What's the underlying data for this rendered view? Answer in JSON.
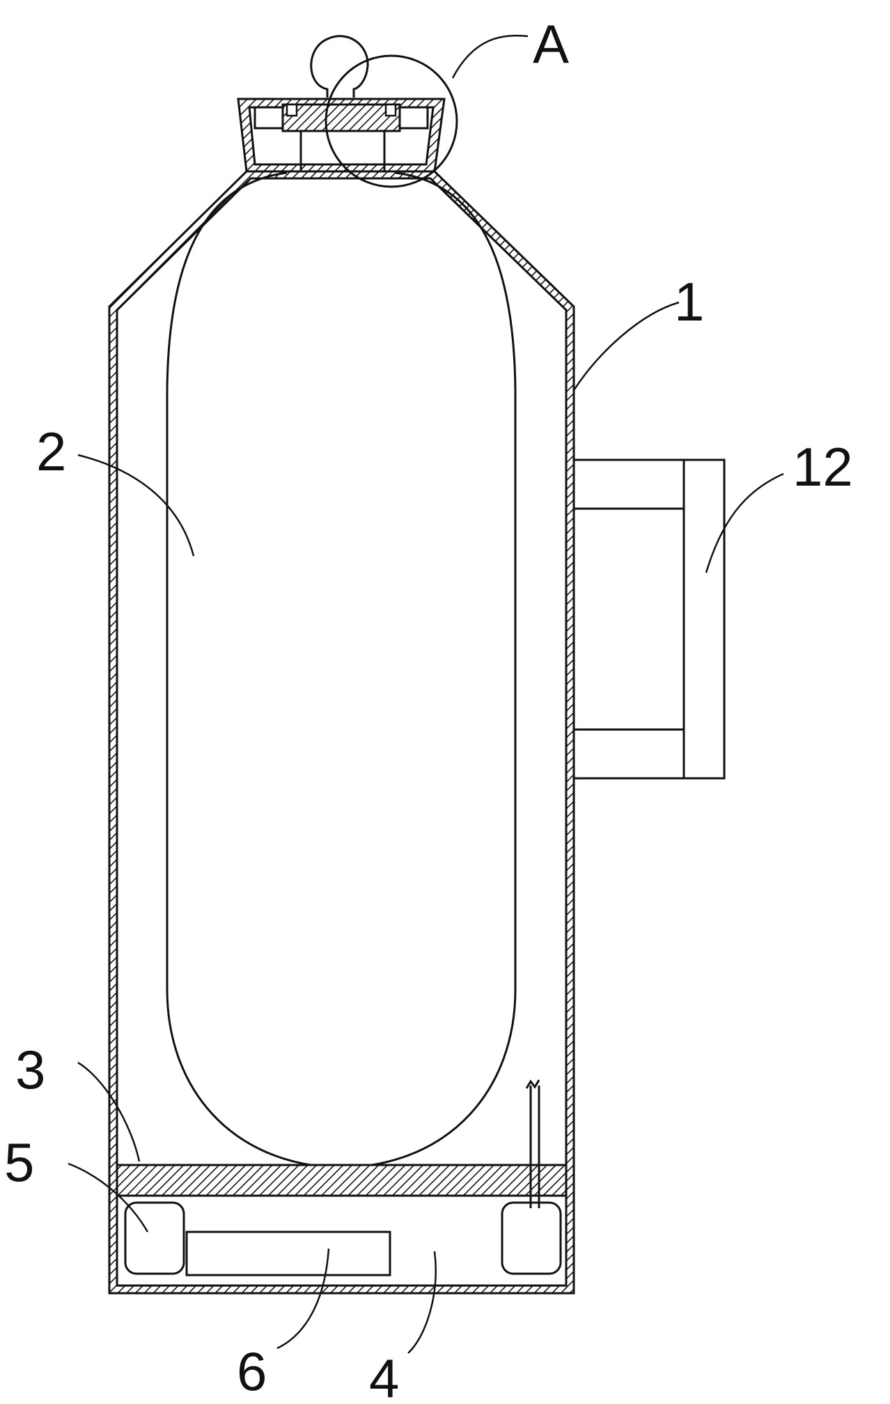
{
  "figure": {
    "labels": {
      "A": "A",
      "l1": "1",
      "l2": "2",
      "l3": "3",
      "l4": "4",
      "l5": "5",
      "l6": "6",
      "l12": "12"
    }
  }
}
